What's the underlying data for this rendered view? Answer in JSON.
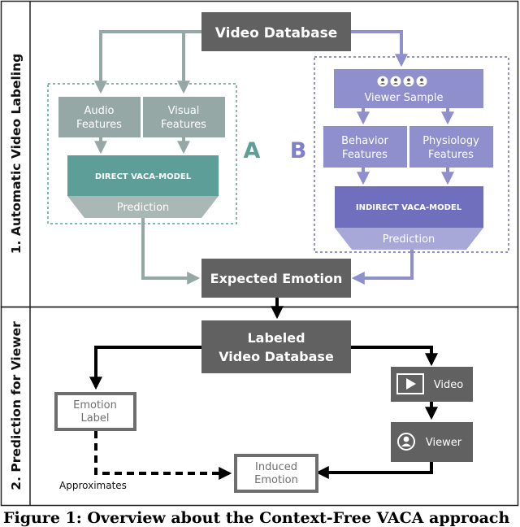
{
  "sections": {
    "automatic_labeling": "1. Automatic Video Labeling",
    "prediction_for_viewer": "2. Prediction for Viewer"
  },
  "nodes": {
    "video_database": "Video Database",
    "audio_features": [
      "Audio",
      "Features"
    ],
    "visual_features": [
      "Visual",
      "Features"
    ],
    "direct_model": "DIRECT VACA-MODEL",
    "direct_prediction": "Prediction",
    "path_a": "A",
    "path_b": "B",
    "viewer_sample": "Viewer Sample",
    "behavior_features": [
      "Behavior",
      "Features"
    ],
    "physiology_features": [
      "Physiology",
      "Features"
    ],
    "indirect_model": "INDIRECT VACA-MODEL",
    "indirect_prediction": "Prediction",
    "expected_emotion": "Expected Emotion",
    "labeled_video_database": [
      "Labeled",
      "Video Database"
    ],
    "emotion_label": [
      "Emotion",
      "Label"
    ],
    "video": "Video",
    "viewer": "Viewer",
    "induced_emotion": [
      "Induced",
      "Emotion"
    ],
    "approximates": "Approximates"
  },
  "caption": "Figure 1: Overview about the Context-Free VACA approach",
  "colors": {
    "dark_gray": "#616161",
    "teal_gray": "#95a8a6",
    "teal": "#5e9e98",
    "teal_light": "#a9b7b5",
    "purple": "#8f8fce",
    "purple_dark": "#6f6fbd",
    "purple_light": "#a8a8d8",
    "green_label": "#5e9e98",
    "purple_label": "#8080c8"
  }
}
